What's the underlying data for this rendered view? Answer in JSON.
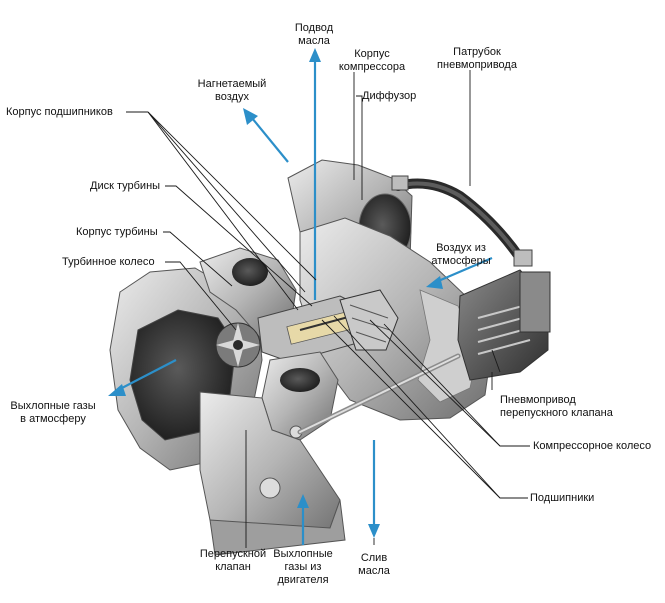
{
  "labels": {
    "oil_supply": [
      "Подвод",
      "масла"
    ],
    "compressor_housing": [
      "Корпус",
      "компрессора"
    ],
    "actuator_pipe": [
      "Патрубок",
      "пневмопривода"
    ],
    "boost_air": [
      "Нагнетаемый",
      "воздух"
    ],
    "bearing_housing": "Корпус подшипников",
    "diffuser": "Диффузор",
    "turbine_disc": "Диск турбины",
    "turbine_housing": "Корпус турбины",
    "air_in": [
      "Воздух из",
      "атмосферы"
    ],
    "turbine_wheel": "Турбинное колесо",
    "exhaust_out": [
      "Выхлопные газы",
      "в атмосферу"
    ],
    "wastegate_actuator": [
      "Пневмопривод",
      "перепускного клапана"
    ],
    "compressor_wheel": "Компрессорное колесо",
    "bearings": "Подшипники",
    "wastegate_valve": [
      "Перепускной",
      "клапан"
    ],
    "exhaust_in": [
      "Выхлопные",
      "газы из",
      "двигателя"
    ],
    "oil_drain": [
      "Слив",
      "масла"
    ]
  },
  "colors": {
    "arrow": "#2c8fc9",
    "leader": "#1a1a1a",
    "metal_light": "#d6d6d6",
    "metal_mid": "#9a9a9a",
    "metal_dark": "#3a3a3a"
  }
}
